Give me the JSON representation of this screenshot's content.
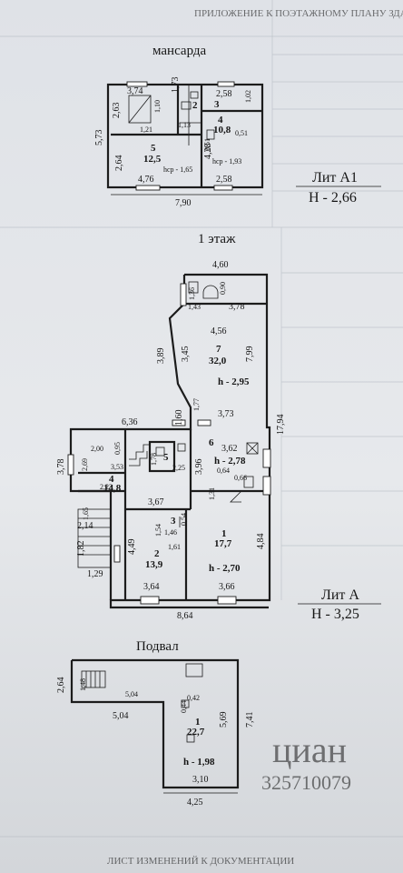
{
  "mezzanine": {
    "title": "мансарда",
    "dims": {
      "top_left": "3,74",
      "top_mid": "1,73",
      "top_right": "2,58",
      "right_small": "1,02",
      "side": "5,73",
      "inner_a": "2,63",
      "inner_b": "1,10",
      "inner_c": "1,21",
      "inner_d": "1,13",
      "inner_e": "0,51",
      "inner_f": "0,51",
      "inner_g": "4,28",
      "left_low": "2,64",
      "bottom_a": "4,76",
      "bottom_b": "2,58",
      "overall": "7,90"
    },
    "rooms": [
      {
        "num": "2",
        "area": ""
      },
      {
        "num": "3",
        "area": ""
      },
      {
        "num": "4",
        "area": "10,8"
      },
      {
        "num": "5",
        "area": "12,5"
      }
    ],
    "heights": {
      "room5": "hср - 1,65",
      "room4": "hср - 1,93"
    },
    "lit_label": "Лит А1",
    "lit_height": "Н - 2,66"
  },
  "floor1": {
    "title": "1 этаж",
    "dims": {
      "top": "4,60",
      "a1": "1,36",
      "a2": "0,90",
      "a3": "1,43",
      "a4": "3,78",
      "a5": "4,56",
      "a6": "3,89",
      "a7": "3,45",
      "a8": "7,99",
      "a9": "1,60",
      "a10": "1,77",
      "a11": "3,73",
      "a12": "17,94",
      "a13": "6,36",
      "a14": "3,78",
      "a15": "2,00",
      "a16": "0,95",
      "a17": "2,69",
      "a18": "3,53",
      "a19": "1,78",
      "a20": "2,25",
      "a21": "3,96",
      "a22": "3,62",
      "a23": "0,64",
      "a24": "0,66",
      "a25": "1,31",
      "a26": "2,23",
      "a27": "1,65",
      "a28": "2,14",
      "a29": "1,82",
      "a30": "1,29",
      "a31": "3,67",
      "a32": "4,49",
      "a33": "1,54",
      "a34": "1,46",
      "a35": "0,54",
      "a36": "1,61",
      "a37": "4,84",
      "a38": "3,64",
      "a39": "3,66",
      "a40": "8,64"
    },
    "rooms": [
      {
        "num": "7",
        "area": "32,0",
        "h": "h - 2,95"
      },
      {
        "num": "6",
        "area": "",
        "h": "h - 2,78"
      },
      {
        "num": "5",
        "area": "",
        "h": ""
      },
      {
        "num": "4",
        "area": "14,8",
        "h": ""
      },
      {
        "num": "3",
        "area": "",
        "h": ""
      },
      {
        "num": "2",
        "area": "13,9",
        "h": ""
      },
      {
        "num": "1",
        "area": "17,7",
        "h": "h - 2,70"
      }
    ],
    "lit_label": "Лит А",
    "lit_height": "Н - 3,25"
  },
  "basement": {
    "title": "Подвал",
    "dims": {
      "left": "2,64",
      "stair": "1,48",
      "top_in": "5,04",
      "left_bottom": "5,04",
      "in_a": "0,44",
      "in_b": "0,42",
      "right_in": "5,69",
      "right_out": "7,41",
      "bottom_in": "3,10",
      "bottom_out": "4,25"
    },
    "room": {
      "num": "1",
      "area": "22,7",
      "h": "h - 1,98"
    }
  },
  "watermark": {
    "brand": "циан",
    "id": "325710079"
  },
  "header_faded": "ПРИЛОЖЕНИЕ К ПОЭТАЖНОМУ ПЛАНУ ЗДАНИЯ",
  "footer_faded": "ЛИСТ ИЗМЕНЕНИЙ К ДОКУМЕНТАЦИИ"
}
